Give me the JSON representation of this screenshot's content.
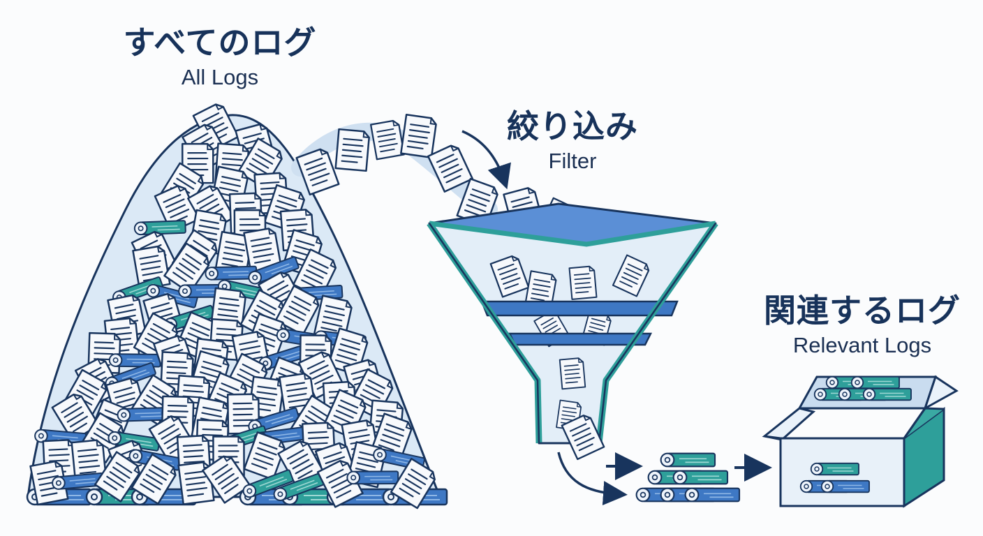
{
  "labels": {
    "all_logs": {
      "jp": "すべてのログ",
      "en": "All Logs"
    },
    "filter": {
      "jp": "絞り込み",
      "en": "Filter"
    },
    "relevant_logs": {
      "jp": "関連するログ",
      "en": "Relevant Logs"
    }
  },
  "colors": {
    "navy": "#18345d",
    "blue": "#3e78c4",
    "light_blue": "#dbe9f6",
    "teal": "#2e9f9a",
    "paper": "#f7f9fc",
    "box": "#e8f1f9"
  },
  "icons": [
    "document-icon",
    "log-roll-icon",
    "funnel-icon",
    "box-icon",
    "arrow-icon"
  ]
}
